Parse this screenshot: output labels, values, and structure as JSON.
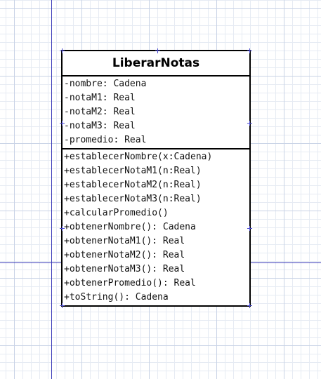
{
  "class_diagram": {
    "class_name": "LiberarNotas",
    "attributes": [
      "-nombre: Cadena",
      "-notaM1: Real",
      "-notaM2: Real",
      "-notaM3: Real",
      "-promedio: Real"
    ],
    "methods": [
      "+establecerNombre(x:Cadena)",
      "+establecerNotaM1(n:Real)",
      "+establecerNotaM2(n:Real)",
      "+establecerNotaM3(n:Real)",
      "+calcularPromedio()",
      "+obtenerNombre(): Cadena",
      "+obtenerNotaM1(): Real",
      "+obtenerNotaM2(): Real",
      "+obtenerNotaM3(): Real",
      "+obtenerPromedio(): Real",
      "+toString(): Cadena"
    ]
  },
  "colors": {
    "grid_major": "#c9d3e6",
    "grid_minor": "#e6ebf3",
    "guide_line": "#3a3ab8",
    "class_border": "#000000"
  }
}
